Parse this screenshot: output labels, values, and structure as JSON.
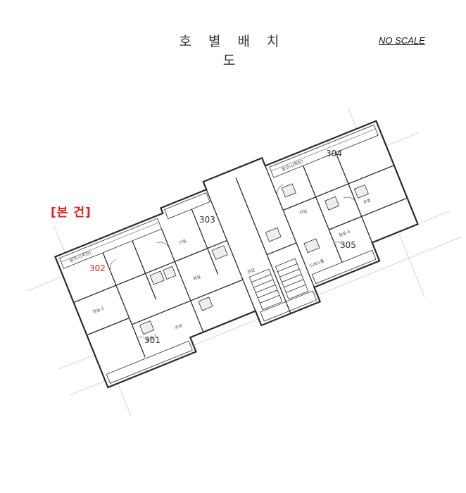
{
  "header": {
    "title": "호 별 배 치 도",
    "scale_note": "NO SCALE"
  },
  "building_label": "[본 건]",
  "units": [
    {
      "number": "301",
      "highlighted": false
    },
    {
      "number": "302",
      "highlighted": true
    },
    {
      "number": "303",
      "highlighted": false
    },
    {
      "number": "304",
      "highlighted": false
    },
    {
      "number": "305",
      "highlighted": false
    }
  ],
  "room_labels": {
    "balcony": "발코니(확장)",
    "bedroom1": "침실-1",
    "bedroom2": "침실-2",
    "bedroom3": "침실-3",
    "living": "거실",
    "kitchen": "주방",
    "bath": "욕실",
    "dress": "드레스룸",
    "entrance": "현관"
  },
  "colors": {
    "highlight": "#e0201c",
    "line": "#2b2b2b"
  }
}
